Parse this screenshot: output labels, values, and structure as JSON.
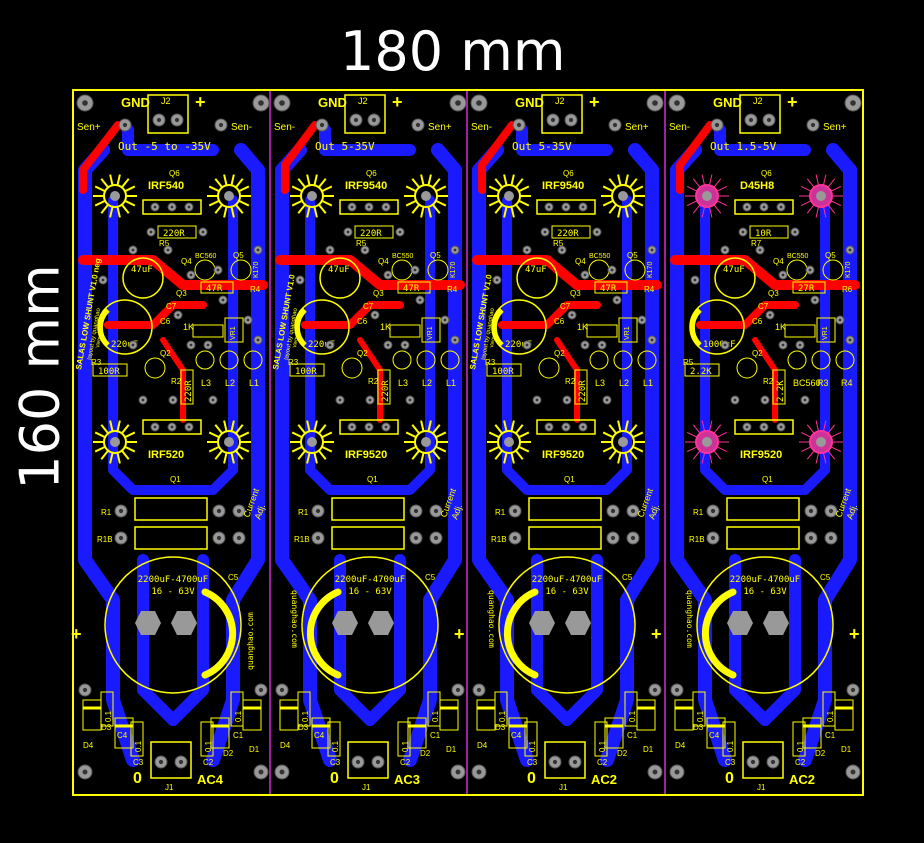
{
  "dimensions": {
    "width": "180 mm",
    "height": "160 mm"
  },
  "colors": {
    "board": "#000000",
    "top_copper": "#ff0000",
    "bottom_copper": "#1a1aff",
    "silkscreen": "#ffff00",
    "pad": "#999999",
    "outline": "#ffff00",
    "divider": "#a020a0"
  },
  "boards": [
    {
      "gnd": "GND",
      "j2": "J2",
      "plus": "+",
      "sense_left": "Sen+",
      "sense_right": "Sen-",
      "out": "Out -5 to -35V",
      "q6": "Q6",
      "q6_part": "IRF540",
      "r5": "220R",
      "r5_ref": "R5",
      "q4": "Q4",
      "q4_part": "BC560",
      "q5": "Q5",
      "q5_part": "K170",
      "r_47": "47R",
      "r4": "R4",
      "cap_small": "47uF",
      "cap_big": "220uF",
      "c6": "C6",
      "c7": "C7",
      "r_1k": "1K",
      "q3": "Q3",
      "q2": "Q2",
      "vr1": "VR1",
      "r3": "R3",
      "r3_val": "100R",
      "r2": "R2",
      "r2_val": "220R",
      "l3": "L3",
      "l2": "L2",
      "l1": "L1",
      "q1_part": "IRF520",
      "q1": "Q1",
      "r1": "R1",
      "r1b": "R1B",
      "current": "Current",
      "adj": "Adj.",
      "c5": "C5",
      "c5_val": "2200uF-4700uF",
      "c5_volt": "16 - 63V",
      "site": "quanghao.com",
      "title": "SALAS LOW SHUNT V1.0 neg",
      "layout": "layout by quanghao",
      "date": "Vietnam 10-2010",
      "d1": "D1",
      "d2": "D2",
      "d3": "D3",
      "d4": "D4",
      "c1": "C1",
      "c2": "C2",
      "c3": "C3",
      "c4": "C4",
      "cap01": "0.1",
      "j1": "J1",
      "zero": "0",
      "ac": "AC4"
    },
    {
      "gnd": "GND",
      "j2": "J2",
      "plus": "+",
      "sense_left": "Sen-",
      "sense_right": "Sen+",
      "out": "Out 5-35V",
      "q6": "Q6",
      "q6_part": "IRF9540",
      "r5": "220R",
      "r5_ref": "R5",
      "q4": "Q4",
      "q4_part": "BC550",
      "q5": "Q5",
      "q5_part": "K170",
      "r_47": "47R",
      "r4": "R4",
      "cap_small": "47uF",
      "cap_big": "220uF",
      "c6": "C6",
      "c7": "C7",
      "r_1k": "1K",
      "q3": "Q3",
      "q2": "Q2",
      "vr1": "VR1",
      "r3": "R3",
      "r3_val": "100R",
      "r2": "R2",
      "r2_val": "220R",
      "l3": "L3",
      "l2": "L2",
      "l1": "L1",
      "q1_part": "IRF9520",
      "q1": "Q1",
      "r1": "R1",
      "r1b": "R1B",
      "current": "Current",
      "adj": "Adj.",
      "c5": "C5",
      "c5_val": "2200uF-4700uF",
      "c5_volt": "16 - 63V",
      "site": "quanghao.com",
      "title": "SALAS LOW SHUNT V1.0",
      "layout": "layout by quanghao",
      "date": "Vietnam 10-2010",
      "d1": "D1",
      "d2": "D2",
      "d3": "D3",
      "d4": "D4",
      "c1": "C1",
      "c2": "C2",
      "c3": "C3",
      "c4": "C4",
      "cap01": "0.1",
      "j1": "J1",
      "zero": "0",
      "ac": "AC3"
    },
    {
      "gnd": "GND",
      "j2": "J2",
      "plus": "+",
      "sense_left": "Sen-",
      "sense_right": "Sen+",
      "out": "Out 5-35V",
      "q6": "Q6",
      "q6_part": "IRF9540",
      "r5": "220R",
      "r5_ref": "R5",
      "q4": "Q4",
      "q4_part": "BC550",
      "q5": "Q5",
      "q5_part": "K170",
      "r_47": "47R",
      "r4": "R4",
      "cap_small": "47uF",
      "cap_big": "220uF",
      "c6": "C6",
      "c7": "C7",
      "r_1k": "1K",
      "q3": "Q3",
      "q2": "Q2",
      "vr1": "VR1",
      "r3": "R3",
      "r3_val": "100R",
      "r2": "R2",
      "r2_val": "220R",
      "l3": "L3",
      "l2": "L2",
      "l1": "L1",
      "q1_part": "IRF9520",
      "q1": "Q1",
      "r1": "R1",
      "r1b": "R1B",
      "current": "Current",
      "adj": "Adj.",
      "c5": "C5",
      "c5_val": "2200uF-4700uF",
      "c5_volt": "16 - 63V",
      "site": "quanghao.com",
      "title": "SALAS LOW SHUNT V1.0",
      "layout": "layout by quanghao",
      "date": "Vietnam 10-2010",
      "d1": "D1",
      "d2": "D2",
      "d3": "D3",
      "d4": "D4",
      "c1": "C1",
      "c2": "C2",
      "c3": "C3",
      "c4": "C4",
      "cap01": "0.1",
      "j1": "J1",
      "zero": "0",
      "ac": "AC2"
    },
    {
      "gnd": "GND",
      "j2": "J2",
      "plus": "+",
      "sense_left": "Sen-",
      "sense_right": "Sen+",
      "out": "Out 1.5-5V",
      "q6": "Q6",
      "q6_part": "D45H8",
      "r5": "10R",
      "r5_ref": "R7",
      "q4": "Q4",
      "q4_part": "BC550",
      "q5": "Q5",
      "q5_part": "K170",
      "r_47": "27R",
      "r4": "R6",
      "cap_small": "47uF",
      "cap_big": "1000uF",
      "c6": "C6",
      "c7": "C7",
      "r_1k": "1K",
      "q3": "Q3",
      "q2": "Q2",
      "vr1": "VR1",
      "r3": "R5",
      "r3_val": "2.2K",
      "r2": "R2",
      "r2_val": "2.2K",
      "l3": "BC560",
      "l2": "R3",
      "l1": "R4",
      "q1_part": "IRF9520",
      "q1": "Q1",
      "r1": "R1",
      "r1b": "R1B",
      "current": "Current",
      "adj": "Adj.",
      "c5": "C5",
      "c5_val": "2200uF-4700uF",
      "c5_volt": "16 - 63V",
      "site": "quanghao.com",
      "title": "",
      "layout": "",
      "date": "",
      "d1": "D1",
      "d2": "D2",
      "d3": "D3",
      "d4": "D4",
      "c1": "C1",
      "c2": "C2",
      "c3": "C3",
      "c4": "C4",
      "cap01": "0.1",
      "j1": "J1",
      "zero": "0",
      "ac": "AC2"
    }
  ]
}
